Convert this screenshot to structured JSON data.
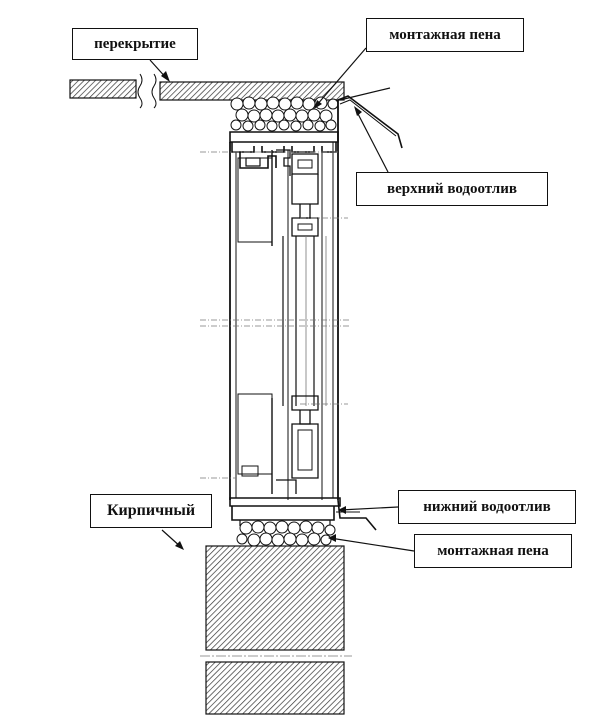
{
  "labels": {
    "overlap": "перекрытие",
    "mounting_foam_top": "монтажная пена",
    "upper_drip": "верхний водоотлив",
    "brick": "Кирпичный",
    "lower_drip": "нижний водоотлив",
    "mounting_foam_bottom": "монтажная пена"
  },
  "colors": {
    "line": "#111111",
    "hatch": "#333333",
    "faint": "#777777",
    "background": "#ffffff"
  }
}
